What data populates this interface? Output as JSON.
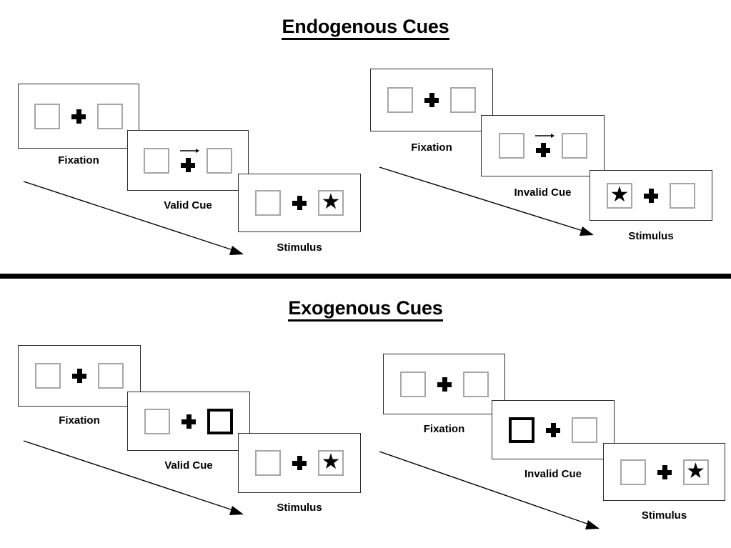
{
  "figure": {
    "sections": [
      {
        "id": "endogenous",
        "title": "Endogenous Cues",
        "conditions": [
          {
            "id": "endogenous-valid",
            "cue_type": "arrow",
            "frames": [
              {
                "id": "endo-valid-fixation",
                "label": "Fixation",
                "cue": "none",
                "left_box": "empty",
                "right_box": "empty"
              },
              {
                "id": "endo-valid-cue",
                "label": "Valid Cue",
                "cue": "arrow-right",
                "left_box": "empty",
                "right_box": "empty"
              },
              {
                "id": "endo-valid-stimulus",
                "label": "Stimulus",
                "cue": "none",
                "left_box": "empty",
                "right_box": "star"
              }
            ]
          },
          {
            "id": "endogenous-invalid",
            "cue_type": "arrow",
            "frames": [
              {
                "id": "endo-invalid-fixation",
                "label": "Fixation",
                "cue": "none",
                "left_box": "empty",
                "right_box": "empty"
              },
              {
                "id": "endo-invalid-cue",
                "label": "Invalid Cue",
                "cue": "arrow-right",
                "left_box": "empty",
                "right_box": "empty"
              },
              {
                "id": "endo-invalid-stimulus",
                "label": "Stimulus",
                "cue": "none",
                "left_box": "star",
                "right_box": "empty"
              }
            ]
          }
        ]
      },
      {
        "id": "exogenous",
        "title": "Exogenous Cues",
        "conditions": [
          {
            "id": "exogenous-valid",
            "cue_type": "box-highlight",
            "frames": [
              {
                "id": "exo-valid-fixation",
                "label": "Fixation",
                "cue": "none",
                "left_box": "empty",
                "right_box": "empty"
              },
              {
                "id": "exo-valid-cue",
                "label": "Valid Cue",
                "cue": "box-right",
                "left_box": "empty",
                "right_box": "cued"
              },
              {
                "id": "exo-valid-stimulus",
                "label": "Stimulus",
                "cue": "none",
                "left_box": "empty",
                "right_box": "star"
              }
            ]
          },
          {
            "id": "exogenous-invalid",
            "cue_type": "box-highlight",
            "frames": [
              {
                "id": "exo-invalid-fixation",
                "label": "Fixation",
                "cue": "none",
                "left_box": "empty",
                "right_box": "empty"
              },
              {
                "id": "exo-invalid-cue",
                "label": "Invalid Cue",
                "cue": "box-left",
                "left_box": "cued",
                "right_box": "empty"
              },
              {
                "id": "exo-invalid-stimulus",
                "label": "Stimulus",
                "cue": "none",
                "left_box": "empty",
                "right_box": "star"
              }
            ]
          }
        ]
      }
    ],
    "glyphs": {
      "star": "★",
      "fixation_cross": "plus-cross-icon",
      "cue_arrow": "arrow-right-icon",
      "timeline_arrow": "timeline-arrow-icon"
    },
    "colors": {
      "ink": "#000000",
      "frame_border": "#2b2b2b",
      "box_border": "#a6a6a6",
      "cued_box_border": "#000000",
      "background": "#ffffff",
      "divider": "#000000"
    }
  }
}
